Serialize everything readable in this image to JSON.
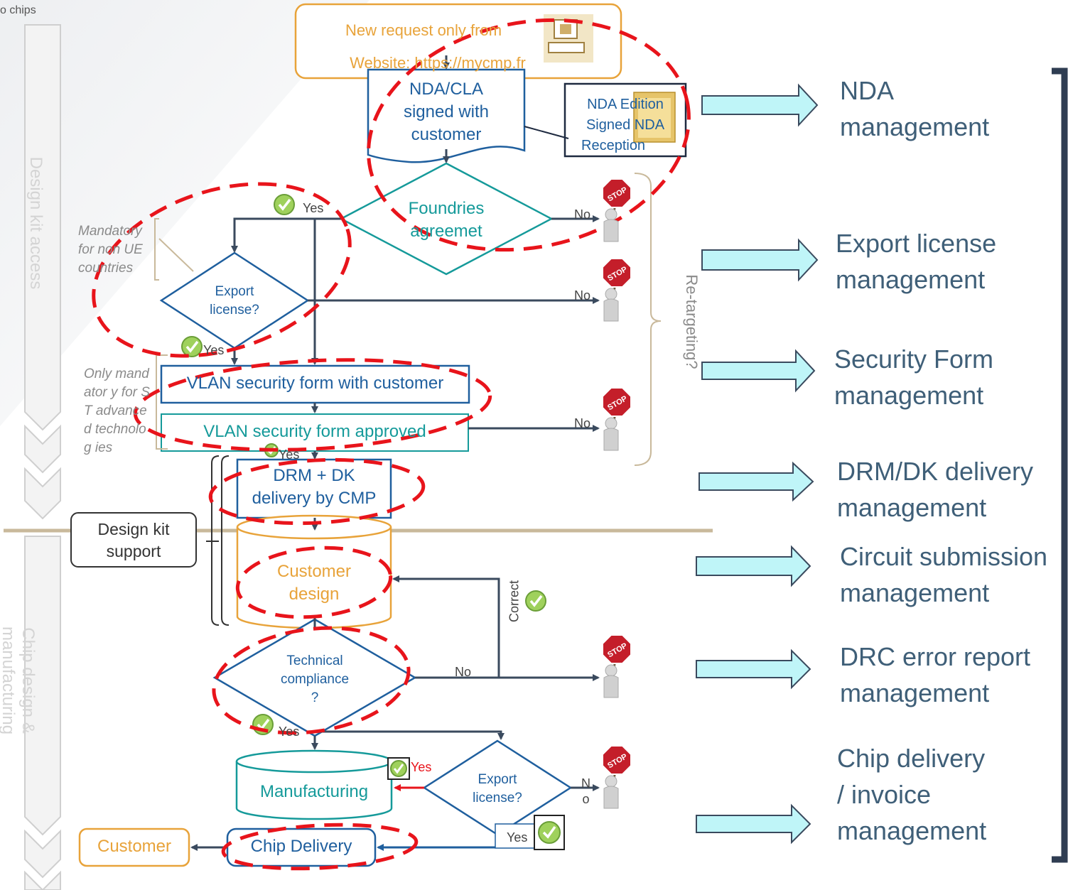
{
  "corner_label": "o chips",
  "phases": {
    "design_kit_access": "Design kit access",
    "chip_design_line1": "Chip design &",
    "chip_design_line2": "manufacturing"
  },
  "nodes": {
    "new_request_line1": "New request only from",
    "new_request_line2": "Website: https://mycmp.fr",
    "nda_cla_line1": "NDA/CLA",
    "nda_cla_line2": "signed with",
    "nda_cla_line3": "customer",
    "nda_edition_line1": "NDA Edition",
    "nda_edition_line2": "Signed NDA",
    "nda_edition_line3": "Reception",
    "foundries_line1": "Foundries",
    "foundries_line2": "agreemet",
    "export1_line1": "Export",
    "export1_line2": "license?",
    "vlan_form": "VLAN security form with customer",
    "vlan_approved": "VLAN security form approved",
    "drm_line1": "DRM + DK",
    "drm_line2": "delivery by CMP",
    "design_kit_support_line1": "Design kit",
    "design_kit_support_line2": "support",
    "customer_design_line1": "Customer",
    "customer_design_line2": "design",
    "tech_line1": "Technical",
    "tech_line2": "compliance",
    "tech_line3": "?",
    "manufacturing": "Manufacturing",
    "export2_line1": "Export",
    "export2_line2": "license?",
    "chip_delivery": "Chip Delivery",
    "customer": "Customer"
  },
  "edge_labels": {
    "yes_foundries": "Yes",
    "no_foundries": "No",
    "no_export1": "No",
    "yes_export1": "Yes",
    "no_vlan": "No",
    "yes_vlan": "Yes",
    "correct": "Correct",
    "no_tech": "No",
    "yes_tech": "Yes",
    "yes_export2": "Yes",
    "no_export2_line1": "N",
    "no_export2_line2": "o",
    "yes_export2_bottom": "Yes"
  },
  "notes": {
    "mandatory": "Mandatory for non UE countries",
    "only_mandatory": "Only mandator y for ST advanced technolog ies",
    "retargeting": "Re-targeting?"
  },
  "stop_sign_text": "STOP",
  "management": [
    {
      "line1": "NDA",
      "line2": "management"
    },
    {
      "line1": "Export license",
      "line2": "management"
    },
    {
      "line1": "Security Form",
      "line2": "management"
    },
    {
      "line1": "DRM/DK delivery",
      "line2": "management"
    },
    {
      "line1": "Circuit submission",
      "line2": "management"
    },
    {
      "line1": "DRC error report",
      "line2": "management"
    },
    {
      "line1": "Chip delivery",
      "line2": "/ invoice",
      "line3": "management"
    }
  ],
  "colors": {
    "blue": "#1f5f9e",
    "teal": "#159a9a",
    "orange": "#e8a33a",
    "dark_arrow": "#3a4a5e",
    "red_dash": "#e8141b",
    "cyan_arrow": "#bff5f8",
    "stop_red": "#c41e2a"
  }
}
